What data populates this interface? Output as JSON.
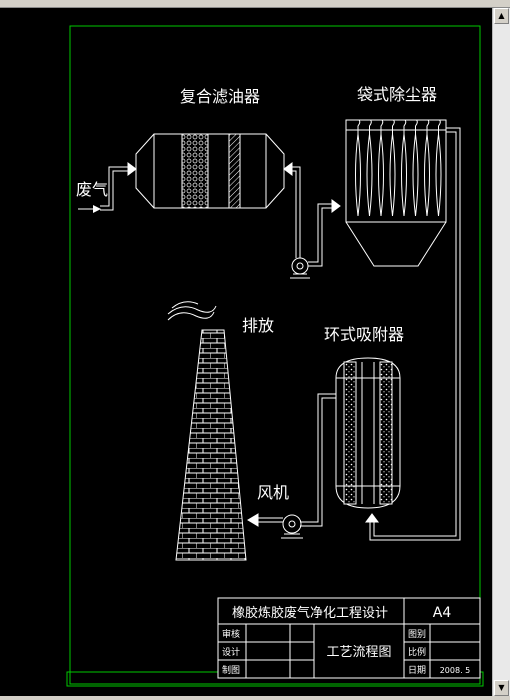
{
  "labels": {
    "oil_filter": "复合滤油器",
    "bag_filter": "袋式除尘器",
    "waste_gas": "废气",
    "exhaust": "排放",
    "adsorber": "环式吸附器",
    "fan": "风机"
  },
  "title_block": {
    "project": "橡胶炼胶废气净化工程设计",
    "size": "A4",
    "review": "审核",
    "design": "设计",
    "draw": "制图",
    "drawing_name": "工艺流程图",
    "sheet_no": "图别",
    "scale": "比例",
    "date_label": "日期",
    "date": "2008. 5"
  },
  "colors": {
    "background": "#000000",
    "lines": "#ffffff",
    "frame": "#00c800",
    "title_text": "#ffffff"
  }
}
